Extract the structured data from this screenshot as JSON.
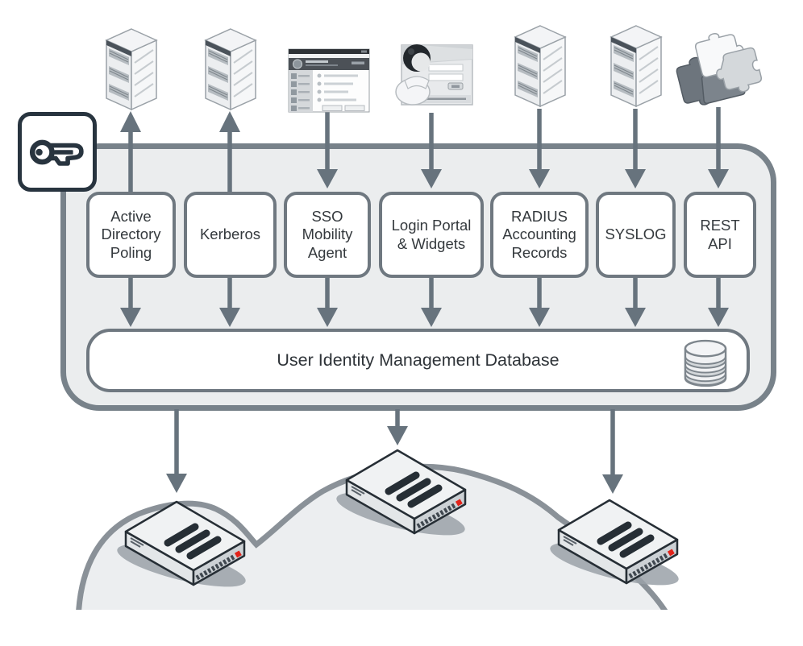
{
  "diagram": {
    "type": "identity-management-architecture",
    "sources": [
      {
        "label": "Active Directory Poling",
        "icon": "server-tower-icon",
        "arrow_direction": "up"
      },
      {
        "label": "Kerberos",
        "icon": "server-tower-icon",
        "arrow_direction": "up"
      },
      {
        "label": "SSO Mobility Agent",
        "icon": "app-window-icon",
        "arrow_direction": "down"
      },
      {
        "label": "Login Portal & Widgets",
        "icon": "user-login-portal-icon",
        "arrow_direction": "down"
      },
      {
        "label": "RADIUS Accounting Records",
        "icon": "server-tower-icon",
        "arrow_direction": "down"
      },
      {
        "label": "SYSLOG",
        "icon": "server-tower-icon",
        "arrow_direction": "down"
      },
      {
        "label": "REST API",
        "icon": "puzzle-pieces-icon",
        "arrow_direction": "down"
      }
    ],
    "database": {
      "label": "User Identity Management Database",
      "icon": "database-cylinder-icon"
    },
    "key_badge": {
      "icon": "key-icon"
    },
    "egress": {
      "appliance_icon": "fortigate-appliance-icon",
      "appliance_count": 3,
      "network_shape": "cloud"
    },
    "colors": {
      "container_fill": "#ebedee",
      "container_border": "#78828a",
      "box_border": "#6f7880",
      "arrow_gray": "#67737d",
      "text": "#34393d",
      "key_dark": "#28343f",
      "cloud_border": "#8a9198",
      "appliance_outline": "#262e35",
      "brand_red": "#e2231a"
    }
  }
}
